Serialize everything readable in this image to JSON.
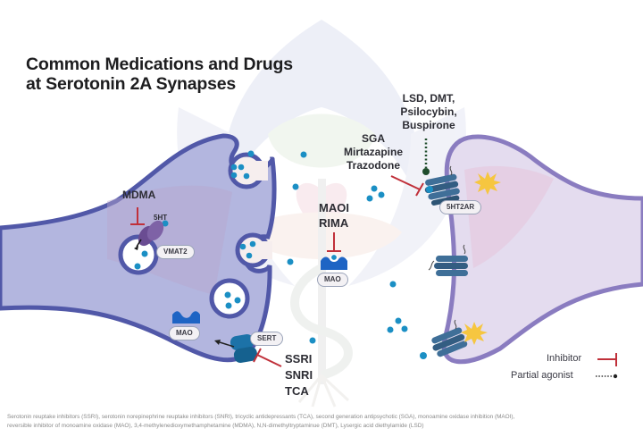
{
  "title": {
    "line1": "Common Medications and Drugs",
    "line2": "at Serotonin 2A Synapses"
  },
  "labels": {
    "mdma": "MDMA",
    "five_ht": "5HT",
    "vmat2": "VMAT2",
    "mao_presynaptic": "MAO",
    "sert": "SERT",
    "ssri": "SSRI",
    "snri": "SNRI",
    "tca": "TCA",
    "maoi": "MAOI",
    "rima": "RIMA",
    "mao_cleft": "MAO",
    "sga": "SGA",
    "mirtazapine": "Mirtazapine",
    "trazodone": "Trazodone",
    "lsd_dmt": "LSD, DMT,",
    "psilocybin": "Psilocybin,",
    "buspirone": "Buspirone",
    "receptor": "5HT2AR"
  },
  "legend": {
    "inhibitor": "Inhibitor",
    "partial_agonist": "Partial agonist"
  },
  "footer": {
    "line1": "Serotonin reuptake inhibitors (SSRI), serotonin norepinephrine reuptake inhibitors (SNRI), tricyclic antidepressants (TCA), second generation antipsychotic (SGA), monoamine oxidase inhibition (MAOI),",
    "line2": "reversible inhibitor of monoamine oxidase (MAO), 3,4-methylenedioxymethamphetamine (MDMA), N,N-dimethyltryptaminue (DMT), Lysergic acid diethylamide (LSD)"
  },
  "colors": {
    "presynaptic_fill": "#b3b6df",
    "presynaptic_stroke": "#5158a8",
    "postsynaptic_fill": "#e4dcef",
    "postsynaptic_stroke": "#8a7cc0",
    "serotonin": "#1b8fc4",
    "inhibitor": "#c0303a",
    "agonist": "#1f4d2c",
    "receptor": "#3f6f98",
    "sert": "#1c72a8",
    "mao": "#1e64c4",
    "vmat2": "#6a4c92",
    "signal": "#f6c640"
  }
}
